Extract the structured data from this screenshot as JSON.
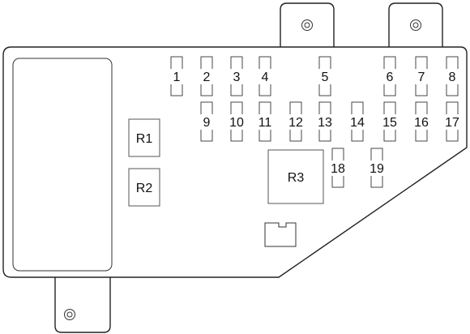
{
  "fuses": [
    {
      "label": "1"
    },
    {
      "label": "2"
    },
    {
      "label": "3"
    },
    {
      "label": "4"
    },
    {
      "label": "5"
    },
    {
      "label": "6"
    },
    {
      "label": "7"
    },
    {
      "label": "8"
    },
    {
      "label": "9"
    },
    {
      "label": "10"
    },
    {
      "label": "11"
    },
    {
      "label": "12"
    },
    {
      "label": "13"
    },
    {
      "label": "14"
    },
    {
      "label": "15"
    },
    {
      "label": "16"
    },
    {
      "label": "17"
    },
    {
      "label": "18"
    },
    {
      "label": "19"
    }
  ],
  "relays": [
    {
      "label": "R1"
    },
    {
      "label": "R2"
    },
    {
      "label": "R3"
    }
  ]
}
